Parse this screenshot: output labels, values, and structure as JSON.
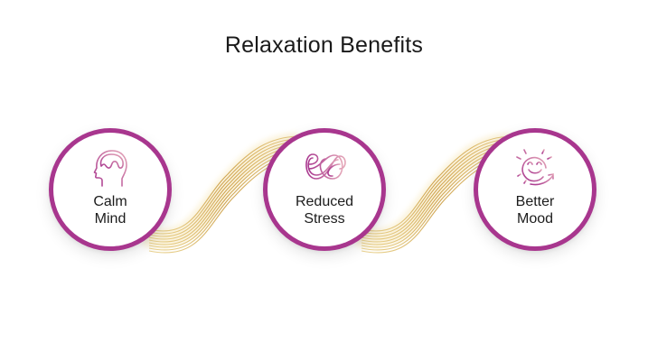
{
  "title": "Relaxation Benefits",
  "colors": {
    "ring": "#a8368e",
    "icon_start": "#b0479a",
    "icon_end": "#e0a0b4",
    "wave": "#d4ad55",
    "wave_glow": "#f4dfa0",
    "text": "#1c1c1c"
  },
  "nodes": [
    {
      "id": "calm-mind",
      "icon": "head-brain-icon",
      "label_line1": "Calm",
      "label_line2": "Mind"
    },
    {
      "id": "reduced-stress",
      "icon": "untied-knot-icon",
      "label_line1": "Reduced",
      "label_line2": "Stress"
    },
    {
      "id": "better-mood",
      "icon": "smiling-sun-icon",
      "label_line1": "Better",
      "label_line2": "Mood"
    }
  ],
  "connectors": [
    {
      "from": "calm-mind",
      "to": "reduced-stress",
      "style": "gold-wavy-strands"
    },
    {
      "from": "reduced-stress",
      "to": "better-mood",
      "style": "gold-wavy-strands"
    }
  ]
}
